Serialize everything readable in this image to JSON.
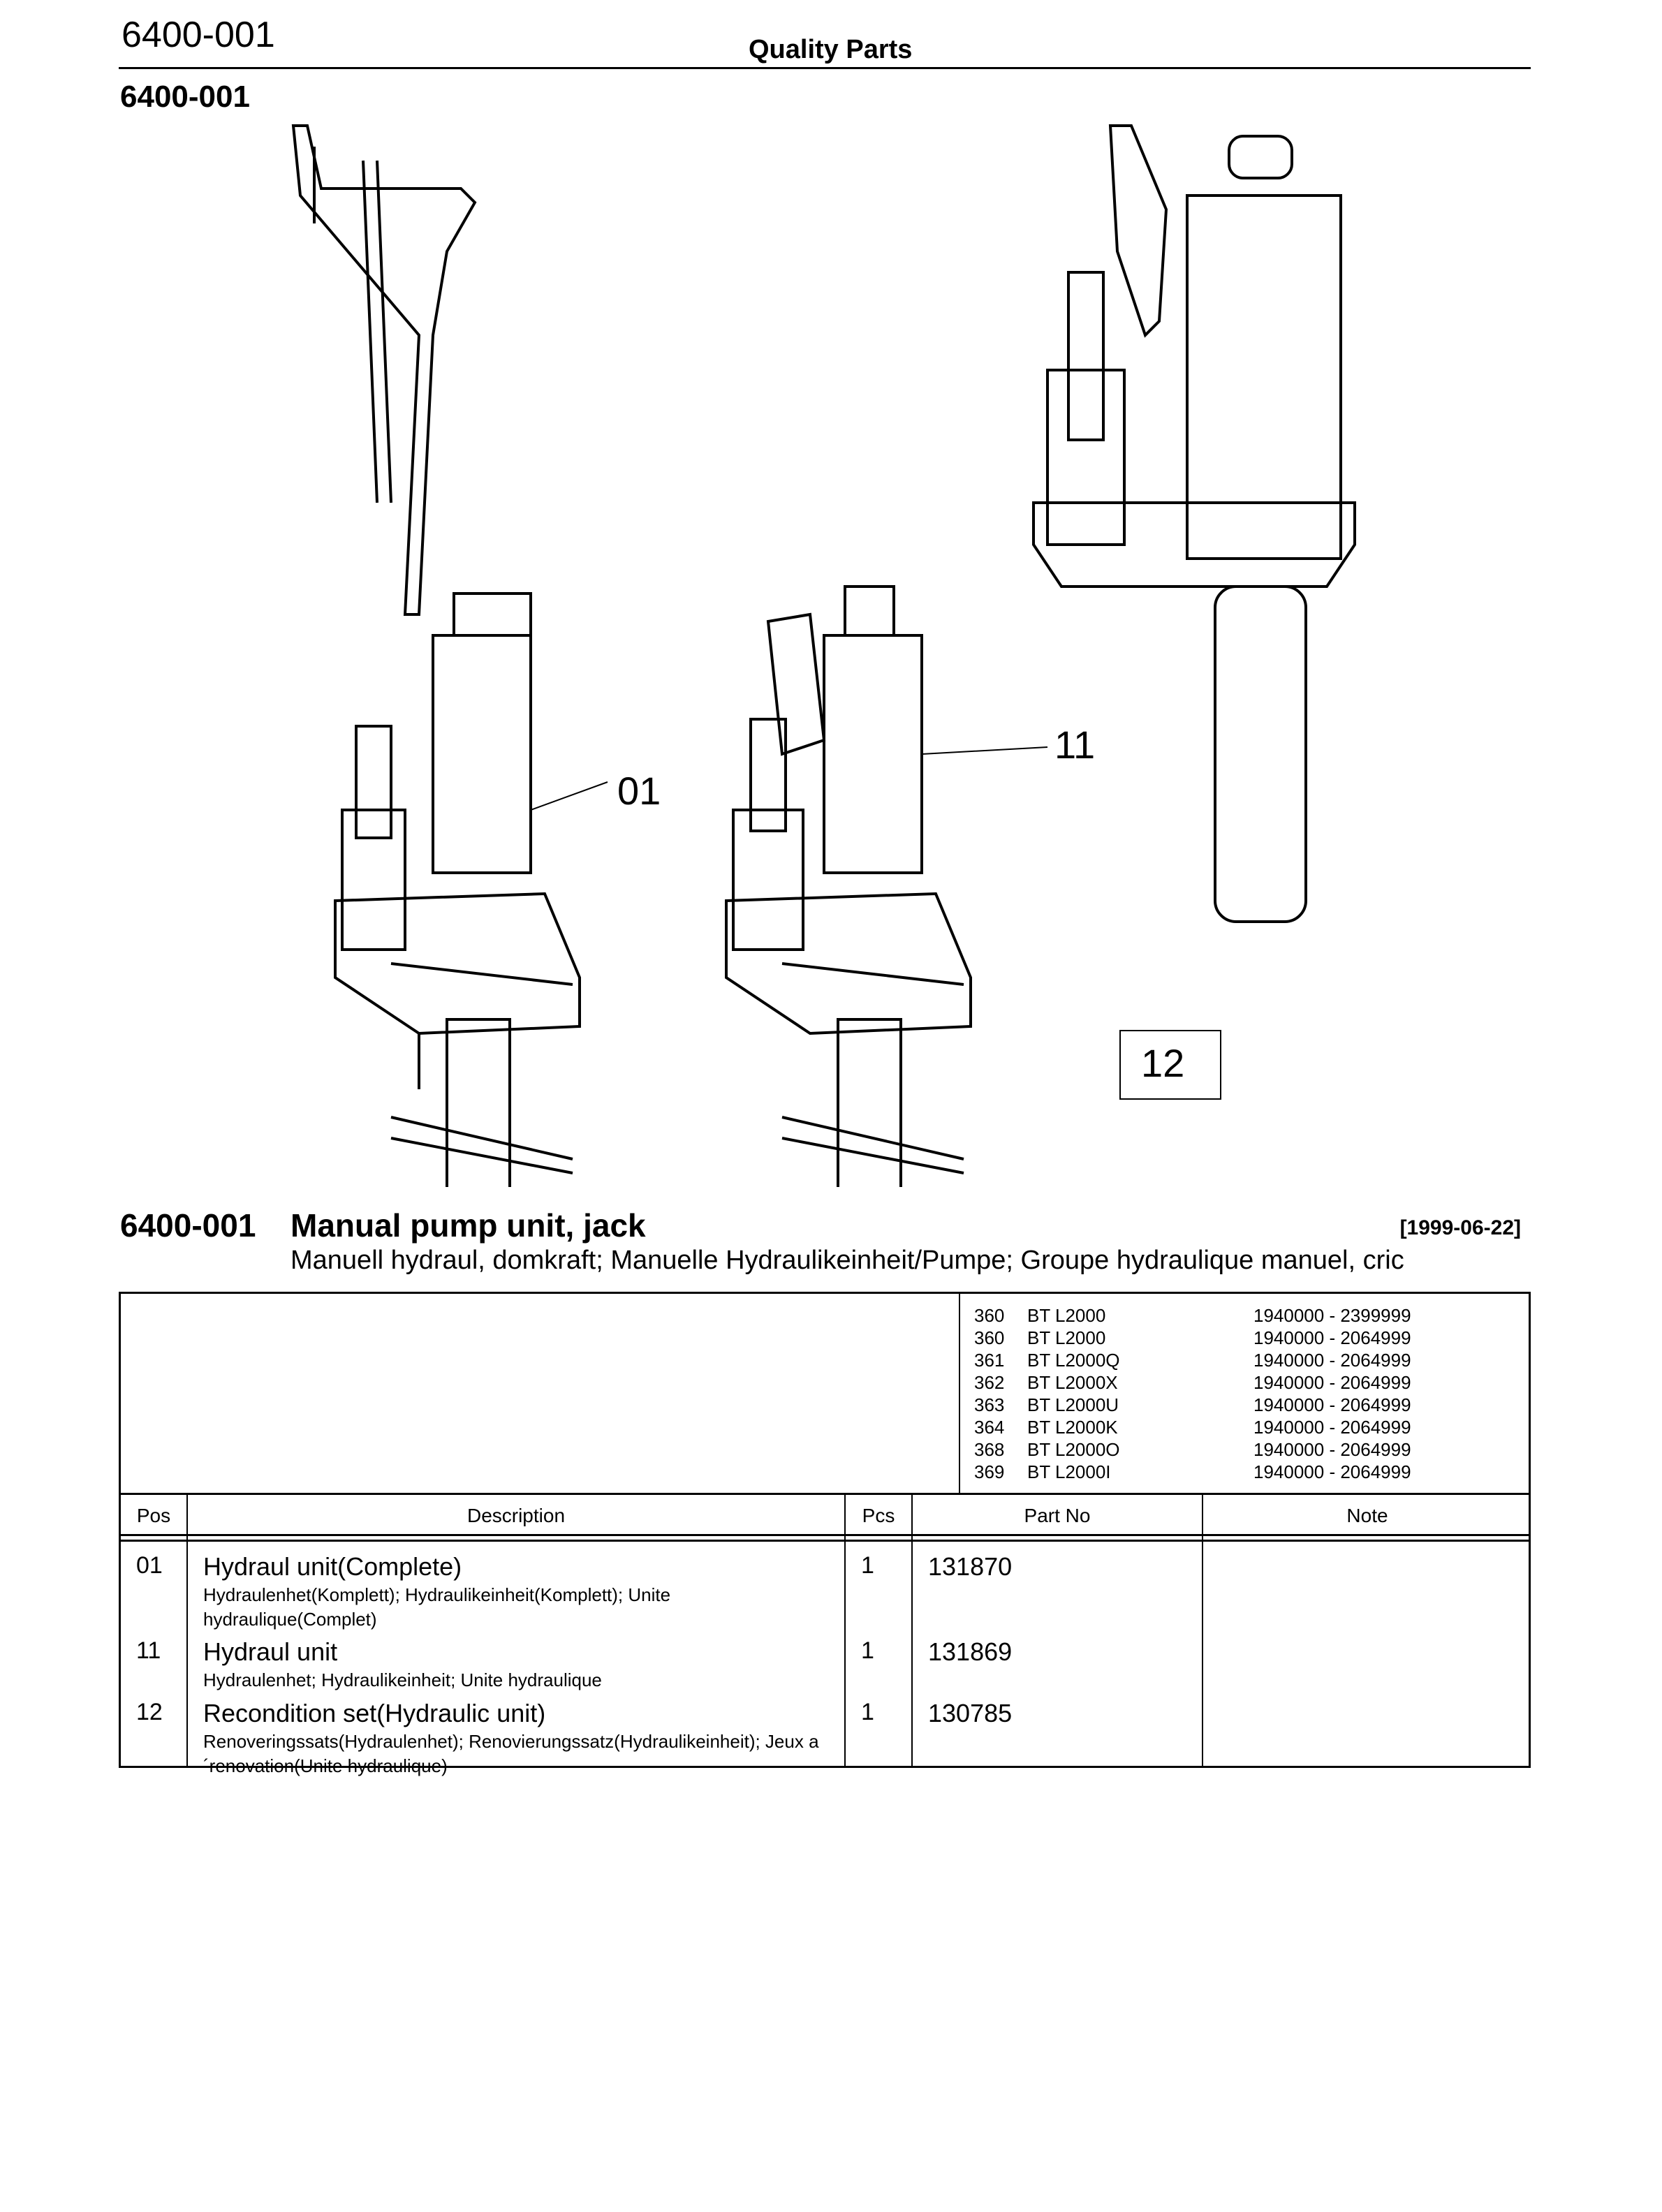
{
  "header": {
    "doc_number": "6400-001",
    "center_title": "Quality Parts"
  },
  "section_label": "6400-001",
  "illustration": {
    "callouts": [
      "01",
      "11",
      "12"
    ]
  },
  "title": {
    "number": "6400-001",
    "name": "Manual pump unit, jack",
    "date": "[1999-06-22]",
    "translations": "Manuell hydraul, domkraft; Manuelle Hydraulikeinheit/Pumpe; Groupe hydraulique manuel, cric"
  },
  "models": [
    {
      "code": "360",
      "name": "BT L2000",
      "serial": "1940000 - 2399999"
    },
    {
      "code": "360",
      "name": "BT L2000",
      "serial": "1940000 - 2064999"
    },
    {
      "code": "361",
      "name": "BT L2000Q",
      "serial": "1940000 - 2064999"
    },
    {
      "code": "362",
      "name": "BT L2000X",
      "serial": "1940000 - 2064999"
    },
    {
      "code": "363",
      "name": "BT L2000U",
      "serial": "1940000 - 2064999"
    },
    {
      "code": "364",
      "name": "BT L2000K",
      "serial": "1940000 - 2064999"
    },
    {
      "code": "368",
      "name": "BT L2000O",
      "serial": "1940000 - 2064999"
    },
    {
      "code": "369",
      "name": "BT L2000I",
      "serial": "1940000 - 2064999"
    }
  ],
  "columns": {
    "pos": "Pos",
    "description": "Description",
    "pcs": "Pcs",
    "part_no": "Part No",
    "note": "Note"
  },
  "parts": [
    {
      "pos": "01",
      "description": "Hydraul unit(Complete)",
      "translations": "Hydraulenhet(Komplett); Hydraulikeinheit(Komplett); Unite hydraulique(Complet)",
      "pcs": "1",
      "part_no": "131870",
      "note": ""
    },
    {
      "pos": "11",
      "description": "Hydraul unit",
      "translations": "Hydraulenhet; Hydraulikeinheit; Unite hydraulique",
      "pcs": "1",
      "part_no": "131869",
      "note": ""
    },
    {
      "pos": "12",
      "description": "Recondition set(Hydraulic unit)",
      "translations": "Renoveringssats(Hydraulenhet); Renovierungssatz(Hydraulikeinheit); Jeux a´renovation(Unite hydraulique)",
      "pcs": "1",
      "part_no": "130785",
      "note": ""
    }
  ]
}
